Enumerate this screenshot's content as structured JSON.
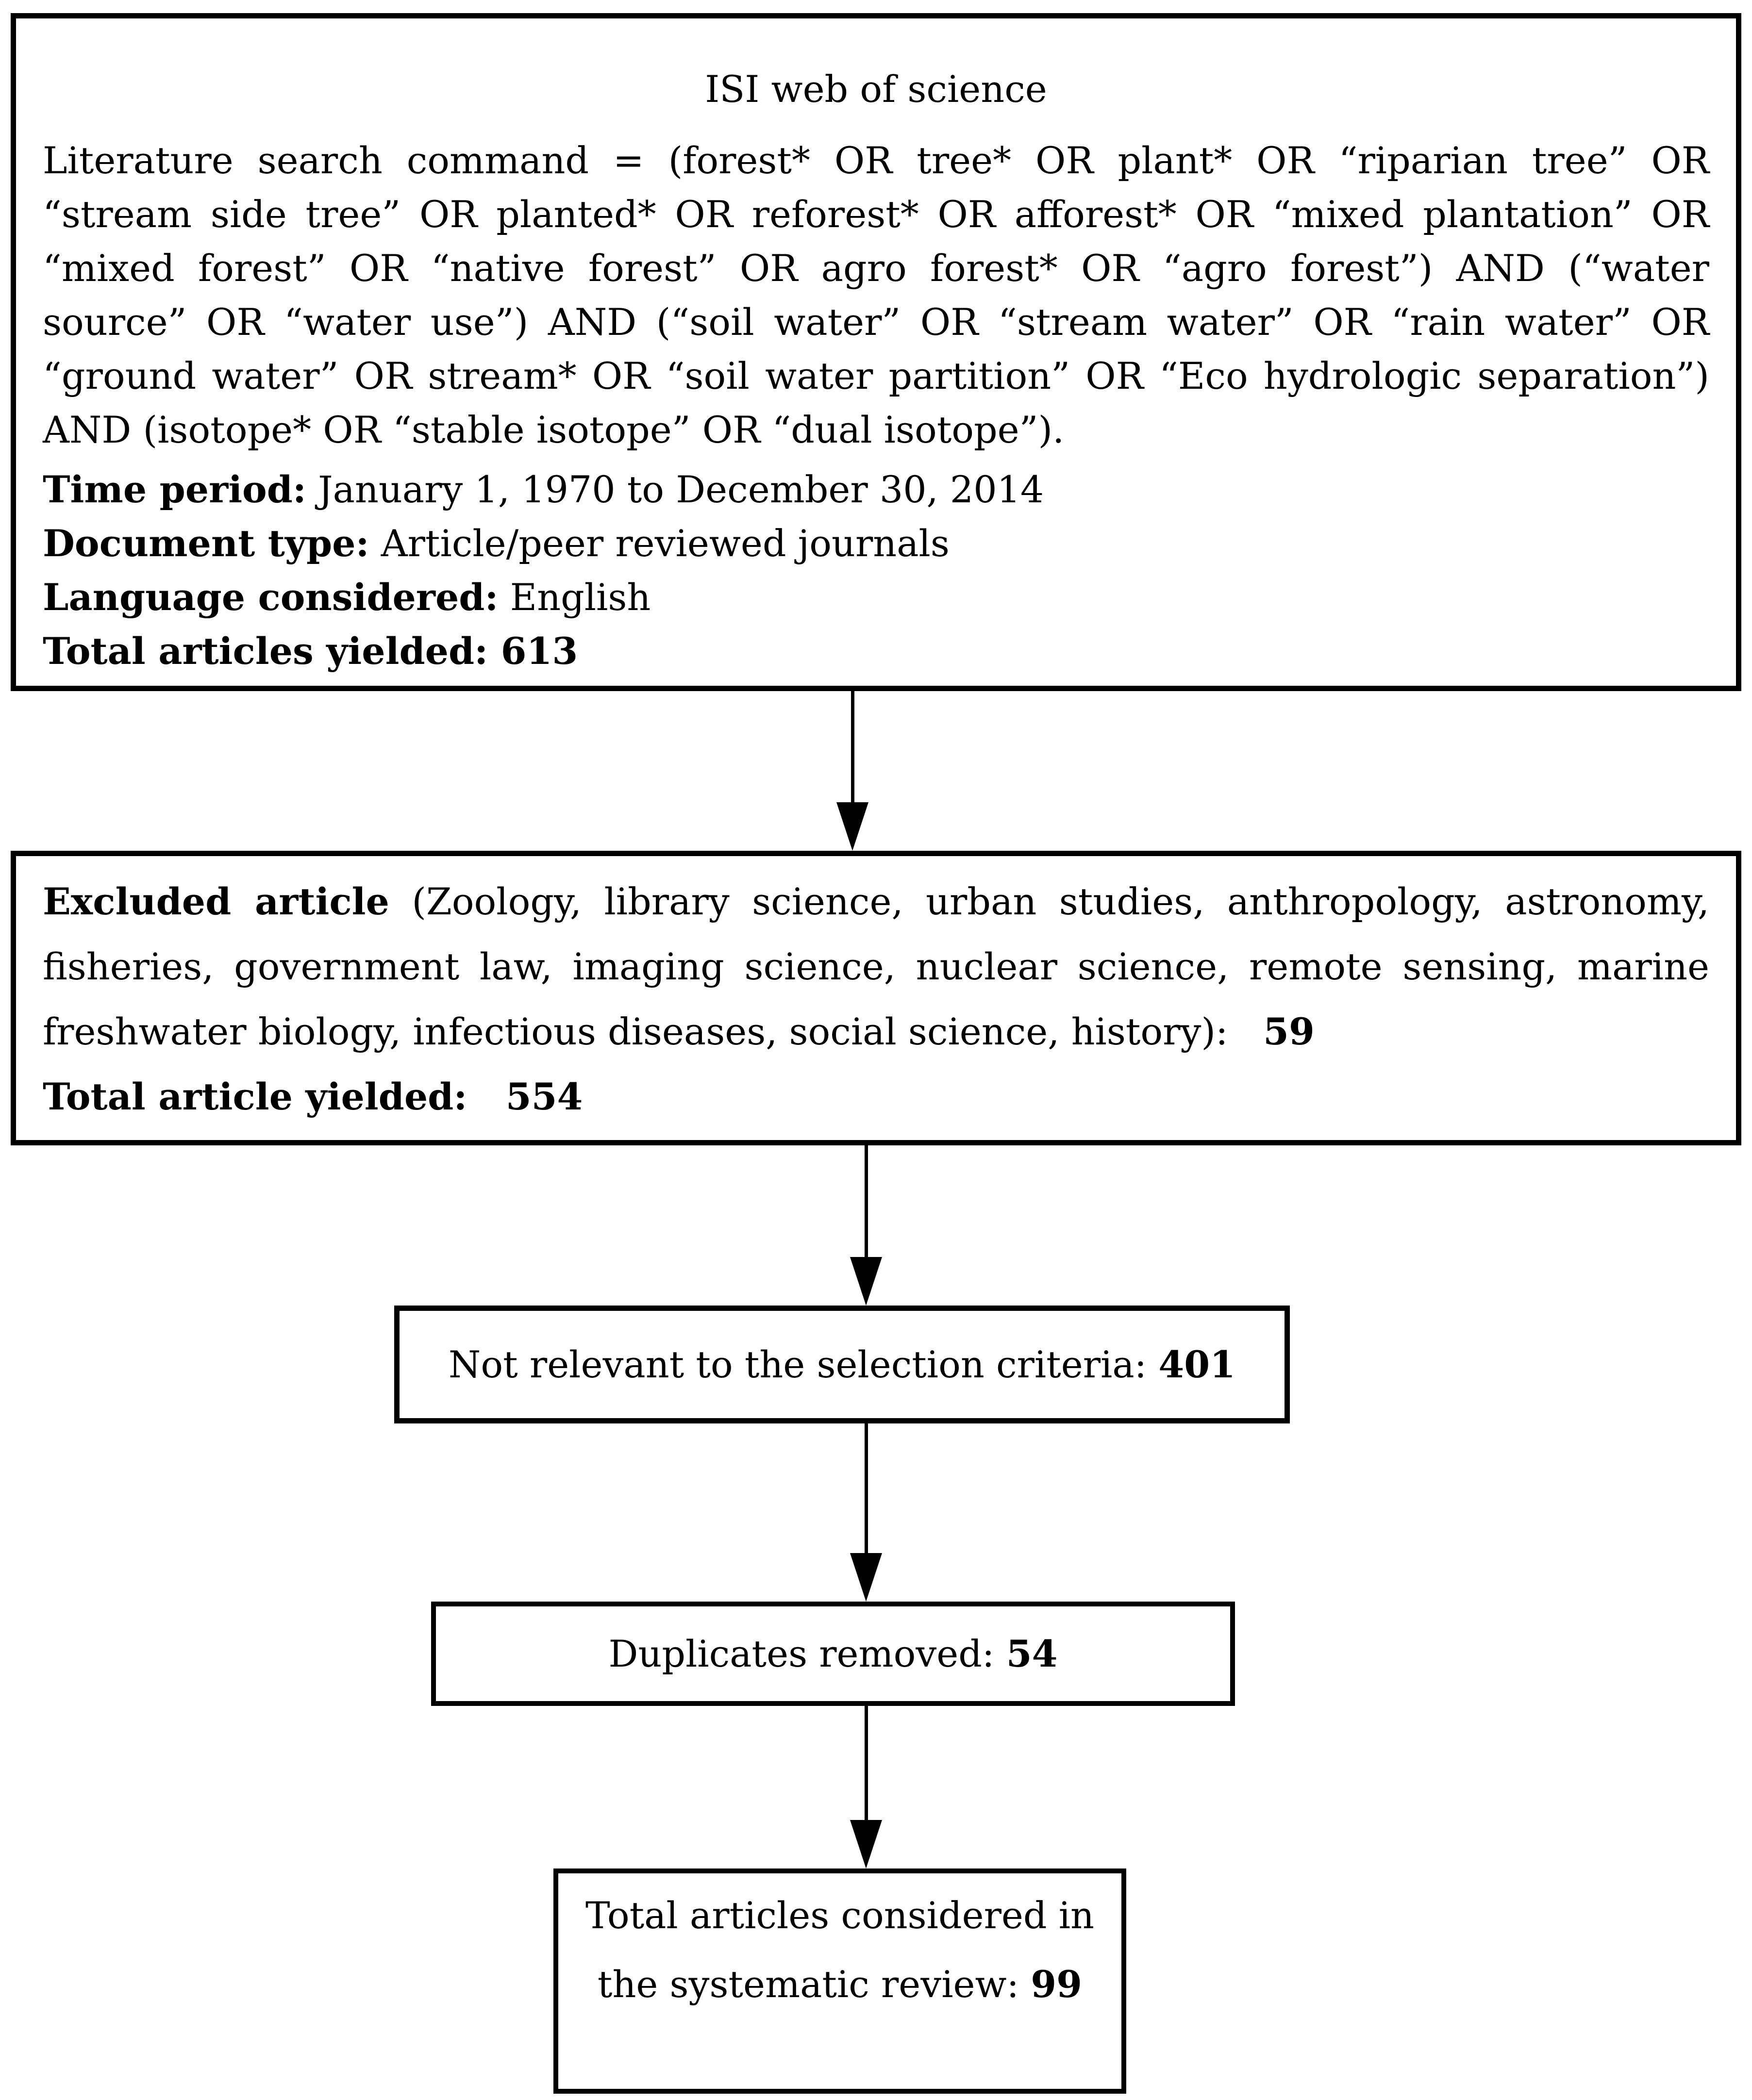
{
  "box1": {
    "title": "ISI web of science",
    "search_command": "Literature search command = (forest* OR tree* OR plant* OR “riparian tree” OR “stream side tree” OR planted* OR reforest* OR afforest* OR “mixed plantation” OR “mixed forest” OR “native forest” OR agro forest* OR “agro forest”) AND (“water source” OR “water use”) AND (“soil water” OR “stream water” OR “rain water” OR “ground water” OR stream* OR “soil water partition” OR “Eco hydrologic separation”) AND (isotope* OR “stable isotope” OR “dual isotope”).",
    "meta": [
      {
        "label": "Time period:",
        "value": " January 1, 1970 to December 30, 2014"
      },
      {
        "label": "Document type:",
        "value": " Article/peer reviewed journals"
      },
      {
        "label": "Language considered:",
        "value": " English"
      },
      {
        "label": "Total articles yielded: 613",
        "value": ""
      }
    ]
  },
  "box2": {
    "excluded_label": "Excluded article",
    "excluded_text": " (Zoology, library science, urban studies, anthropology, astronomy, fisheries, government law, imaging science, nuclear science, remote sensing, marine freshwater biology, infectious diseases, social science, history):   ",
    "excluded_count": "59",
    "total_text": "Total article yielded:   554"
  },
  "box3": {
    "text": "Not relevant to the selection criteria: ",
    "count": "401"
  },
  "box4": {
    "text": "Duplicates removed: ",
    "count": "54"
  },
  "box5": {
    "line1": "Total articles considered in",
    "line2": "the systematic review: ",
    "count": "99"
  }
}
